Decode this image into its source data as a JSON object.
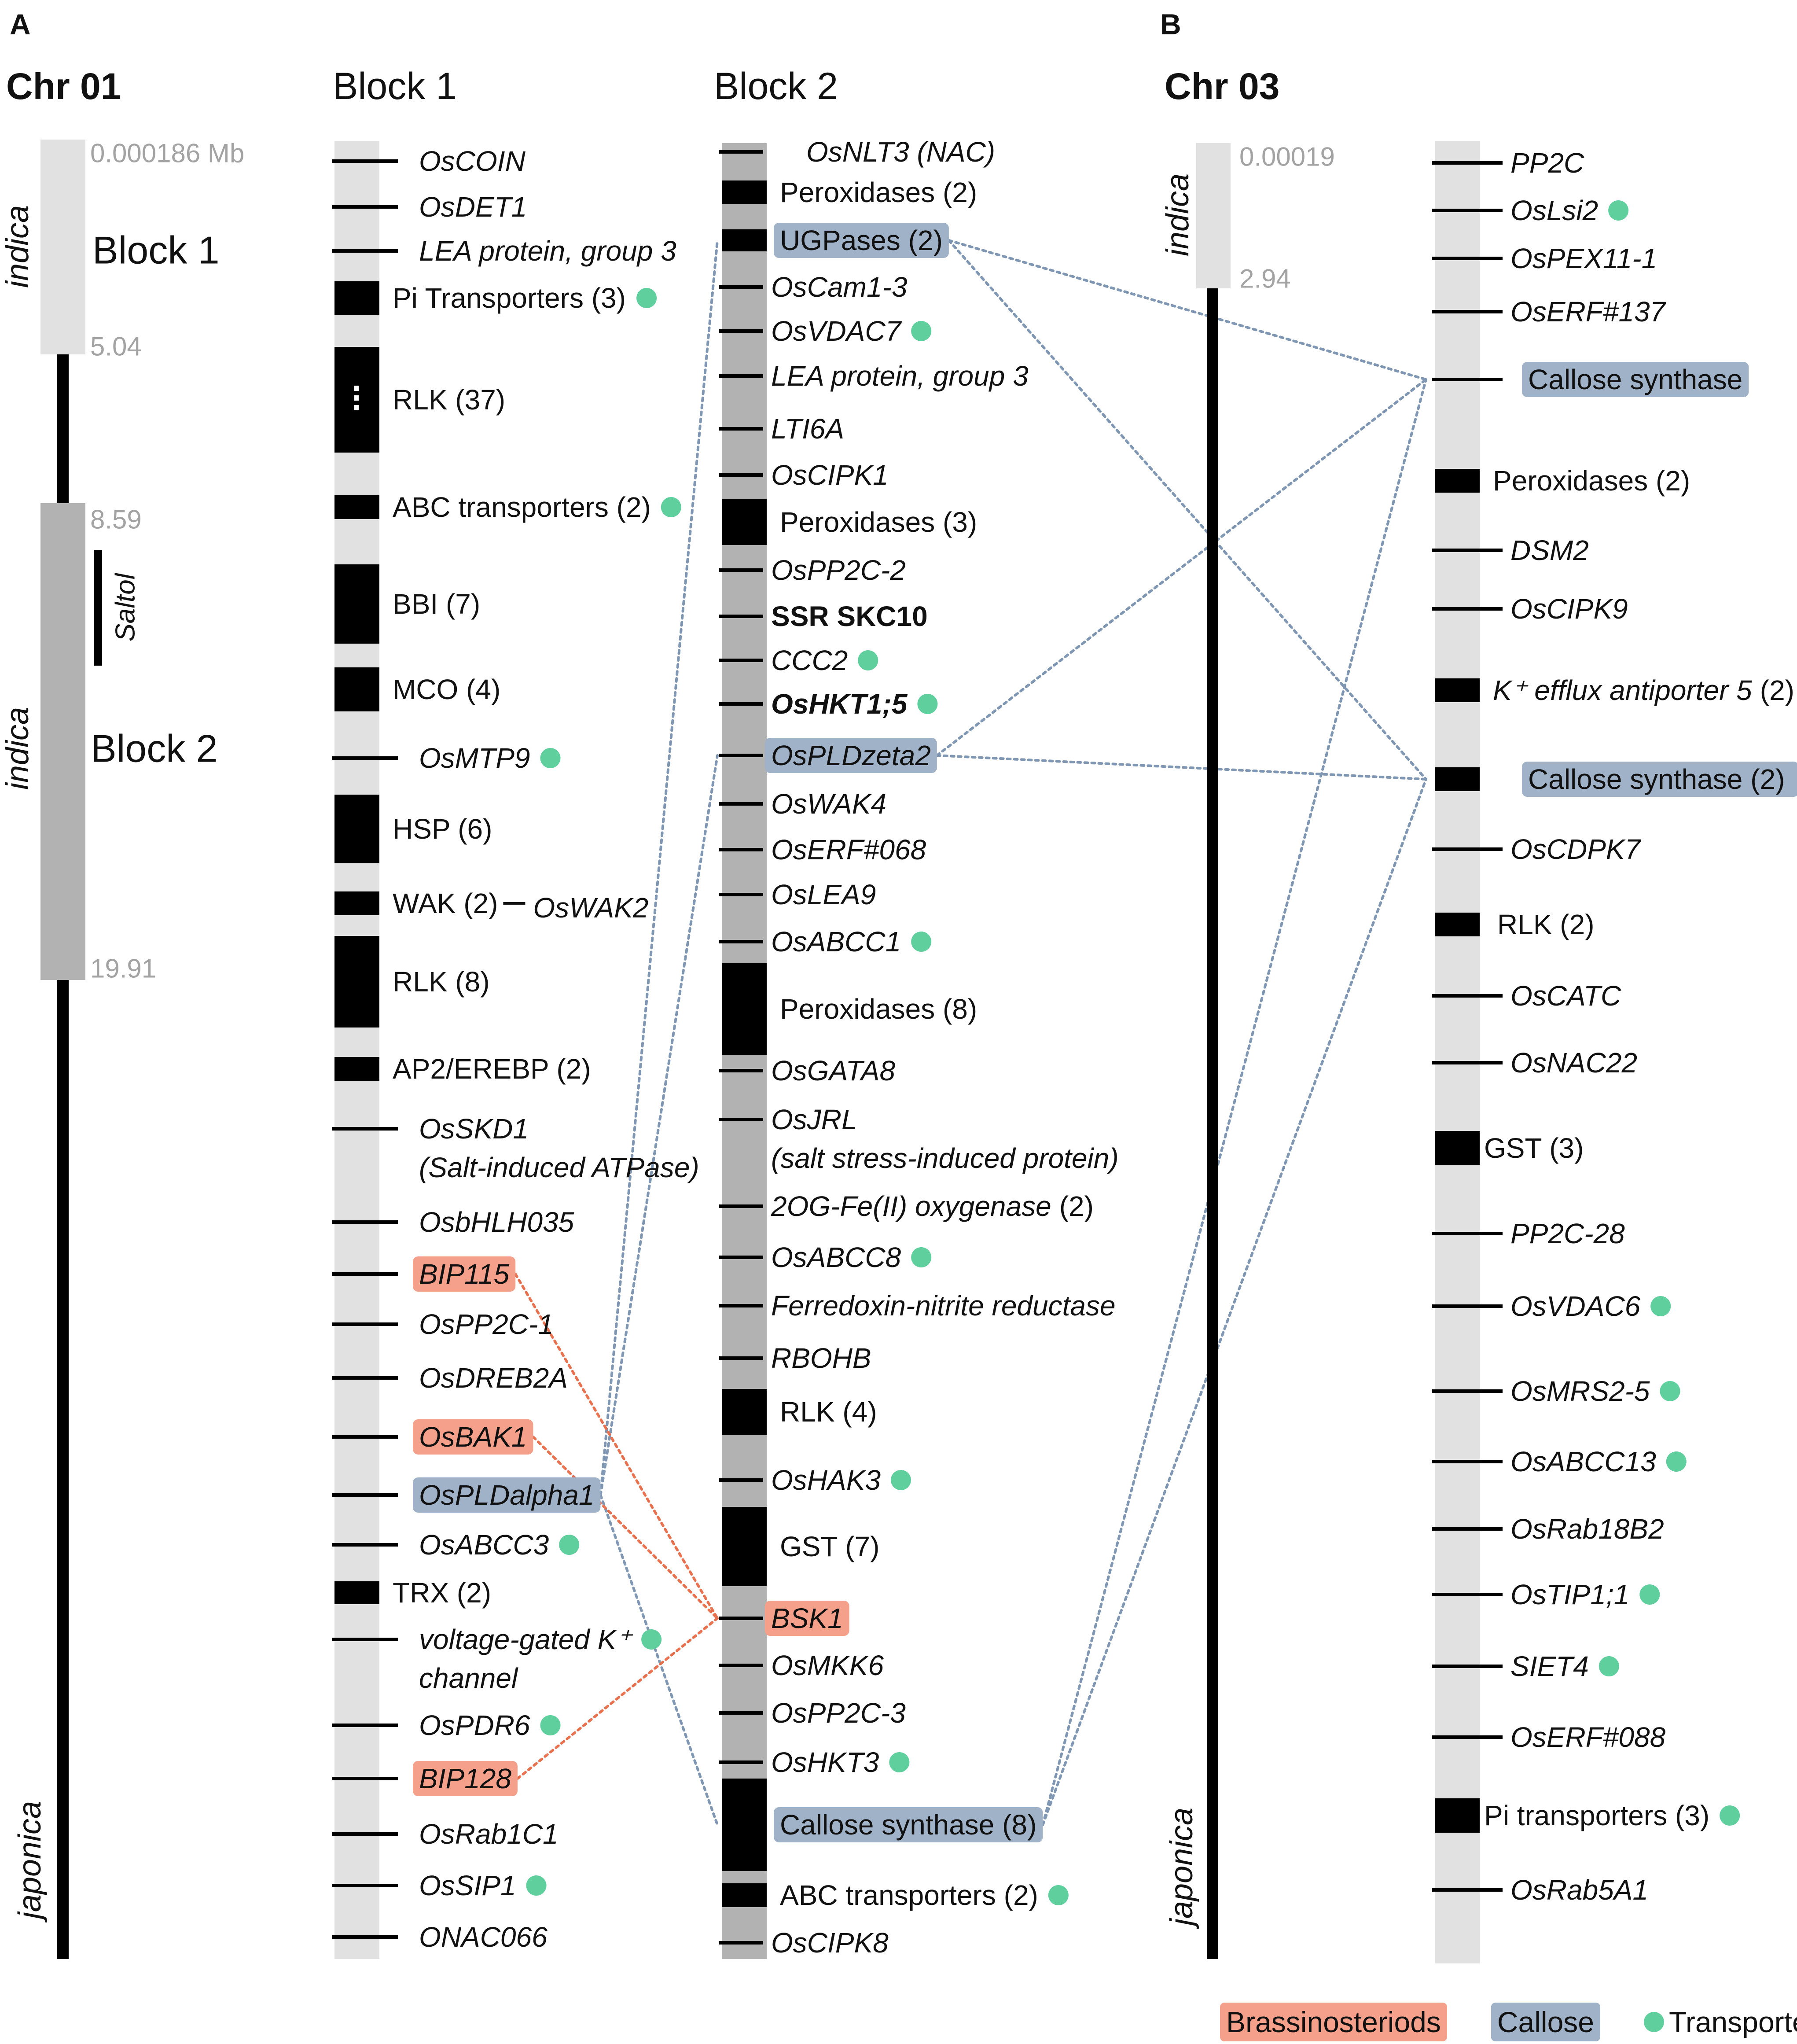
{
  "panels": {
    "a": "A",
    "b": "B"
  },
  "colors": {
    "brassinosteroid": "#f4a08a",
    "callose": "#9fb2c8",
    "transporter": "#5fcf9e",
    "light_gray": "#e1e1e1",
    "mid_gray": "#b2b2b2",
    "black": "#000000",
    "coord_gray": "#a3a3a3",
    "brassinosteroid_line": "#e8724f",
    "callose_line": "#7f97b3"
  },
  "chr01": {
    "title": "Chr 01",
    "regions": [
      {
        "label": "indica",
        "block": "Block 1",
        "top": "0.000186 Mb",
        "bottom": "5.04"
      },
      {
        "label": "indica",
        "block": "Block 2",
        "top": "8.59",
        "bottom": "19.91"
      },
      {
        "label": "japonica"
      }
    ],
    "qtl": "Saltol"
  },
  "block1": {
    "title": "Block 1",
    "genes": [
      {
        "label": "OsCOIN",
        "kind": "gene"
      },
      {
        "label": "OsDET1",
        "kind": "gene"
      },
      {
        "label": "LEA protein, group 3",
        "kind": "gene"
      },
      {
        "label": "Pi Transporters (3)",
        "kind": "family",
        "transporter": true
      },
      {
        "label": "RLK (37)",
        "kind": "family"
      },
      {
        "label": "ABC transporters (2)",
        "kind": "family",
        "transporter": true
      },
      {
        "label": "BBI (7)",
        "kind": "family"
      },
      {
        "label": "MCO (4)",
        "kind": "family"
      },
      {
        "label": "OsMTP9",
        "kind": "gene",
        "transporter": true
      },
      {
        "label": "HSP (6)",
        "kind": "family"
      },
      {
        "label": "WAK (2)",
        "kind": "family",
        "extra": "OsWAK2"
      },
      {
        "label": "RLK (8)",
        "kind": "family"
      },
      {
        "label": "AP2/EREBP (2)",
        "kind": "family"
      },
      {
        "label": "OsSKD1",
        "kind": "gene",
        "sub": "(Salt-induced ATPase)"
      },
      {
        "label": "OsbHLH035",
        "kind": "gene"
      },
      {
        "label": "BIP115",
        "kind": "gene",
        "highlight": "brassinosteroid"
      },
      {
        "label": "OsPP2C-1",
        "kind": "gene"
      },
      {
        "label": "OsDREB2A",
        "kind": "gene"
      },
      {
        "label": "OsBAK1",
        "kind": "gene",
        "highlight": "brassinosteroid"
      },
      {
        "label": "OsPLDalpha1",
        "kind": "gene",
        "highlight": "callose"
      },
      {
        "label": "OsABCC3",
        "kind": "gene",
        "transporter": true
      },
      {
        "label": "TRX (2)",
        "kind": "family"
      },
      {
        "label": "voltage-gated K⁺",
        "kind": "gene",
        "transporter": true,
        "sub": "channel"
      },
      {
        "label": "OsPDR6",
        "kind": "gene",
        "transporter": true
      },
      {
        "label": "BIP128",
        "kind": "gene",
        "highlight": "brassinosteroid"
      },
      {
        "label": "OsRab1C1",
        "kind": "gene"
      },
      {
        "label": "OsSIP1",
        "kind": "gene",
        "transporter": true
      },
      {
        "label": "ONAC066",
        "kind": "gene"
      }
    ]
  },
  "block2": {
    "title": "Block 2",
    "genes": [
      {
        "label": "OsNLT3 (NAC)",
        "kind": "gene"
      },
      {
        "label": "Peroxidases (2)",
        "kind": "family"
      },
      {
        "label": "UGPases (2)",
        "kind": "family",
        "highlight": "callose"
      },
      {
        "label": "OsCam1-3",
        "kind": "gene"
      },
      {
        "label": "OsVDAC7",
        "kind": "gene",
        "transporter": true
      },
      {
        "label": "LEA protein, group 3",
        "kind": "gene"
      },
      {
        "label": "LTI6A",
        "kind": "gene"
      },
      {
        "label": "OsCIPK1",
        "kind": "gene"
      },
      {
        "label": "Peroxidases (3)",
        "kind": "family"
      },
      {
        "label": "OsPP2C-2",
        "kind": "gene"
      },
      {
        "label": "SSR SKC10",
        "kind": "marker"
      },
      {
        "label": "CCC2",
        "kind": "gene",
        "transporter": true
      },
      {
        "label": "OsHKT1;5",
        "kind": "gene",
        "bold": true,
        "transporter": true
      },
      {
        "label": "OsPLDzeta2",
        "kind": "gene",
        "highlight": "callose"
      },
      {
        "label": "OsWAK4",
        "kind": "gene"
      },
      {
        "label": "OsERF#068",
        "kind": "gene"
      },
      {
        "label": "OsLEA9",
        "kind": "gene"
      },
      {
        "label": "OsABCC1",
        "kind": "gene",
        "transporter": true
      },
      {
        "label": "Peroxidases (8)",
        "kind": "family"
      },
      {
        "label": "OsGATA8",
        "kind": "gene"
      },
      {
        "label": "OsJRL",
        "kind": "gene",
        "sub": "(salt stress-induced protein)"
      },
      {
        "label": "2OG-Fe(II) oxygenase",
        "kind": "gene",
        "count": "(2)"
      },
      {
        "label": "OsABCC8",
        "kind": "gene",
        "transporter": true
      },
      {
        "label": "Ferredoxin-nitrite reductase",
        "kind": "gene"
      },
      {
        "label": "RBOHB",
        "kind": "gene"
      },
      {
        "label": "RLK (4)",
        "kind": "family"
      },
      {
        "label": "OsHAK3",
        "kind": "gene",
        "transporter": true
      },
      {
        "label": "GST (7)",
        "kind": "family"
      },
      {
        "label": "BSK1",
        "kind": "gene",
        "highlight": "brassinosteroid"
      },
      {
        "label": "OsMKK6",
        "kind": "gene"
      },
      {
        "label": "OsPP2C-3",
        "kind": "gene"
      },
      {
        "label": "OsHKT3",
        "kind": "gene",
        "transporter": true
      },
      {
        "label": "Callose synthase (8)",
        "kind": "family",
        "highlight": "callose"
      },
      {
        "label": "ABC transporters (2)",
        "kind": "family",
        "transporter": true
      },
      {
        "label": "OsCIPK8",
        "kind": "gene"
      }
    ]
  },
  "chr03": {
    "title": "Chr 03",
    "regions": [
      {
        "label": "indica",
        "top": "0.00019",
        "bottom": "2.94"
      },
      {
        "label": "japonica"
      }
    ]
  },
  "block3": {
    "genes": [
      {
        "label": "PP2C",
        "kind": "gene"
      },
      {
        "label": "OsLsi2",
        "kind": "gene",
        "transporter": true
      },
      {
        "label": "OsPEX11-1",
        "kind": "gene"
      },
      {
        "label": "OsERF#137",
        "kind": "gene"
      },
      {
        "label": "Callose synthase",
        "kind": "gene",
        "highlight": "callose",
        "upright": true
      },
      {
        "label": "Peroxidases (2)",
        "kind": "family"
      },
      {
        "label": "DSM2",
        "kind": "gene"
      },
      {
        "label": "OsCIPK9",
        "kind": "gene"
      },
      {
        "label": "K⁺ efflux antiporter 5",
        "kind": "family",
        "count": "(2)",
        "italic": true,
        "transporter": true
      },
      {
        "label": "Callose  synthase (2)",
        "kind": "family",
        "highlight": "callose"
      },
      {
        "label": "OsCDPK7",
        "kind": "gene"
      },
      {
        "label": "RLK (2)",
        "kind": "family"
      },
      {
        "label": "OsCATC",
        "kind": "gene"
      },
      {
        "label": "OsNAC22",
        "kind": "gene"
      },
      {
        "label": "GST (3)",
        "kind": "family"
      },
      {
        "label": "PP2C-28",
        "kind": "gene"
      },
      {
        "label": "OsVDAC6",
        "kind": "gene",
        "transporter": true
      },
      {
        "label": "OsMRS2-5",
        "kind": "gene",
        "transporter": true
      },
      {
        "label": "OsABCC13",
        "kind": "gene",
        "transporter": true
      },
      {
        "label": "OsRab18B2",
        "kind": "gene"
      },
      {
        "label": "OsTIP1;1",
        "kind": "gene",
        "transporter": true
      },
      {
        "label": "SIET4",
        "kind": "gene",
        "transporter": true
      },
      {
        "label": "OsERF#088",
        "kind": "gene"
      },
      {
        "label": "Pi transporters (3)",
        "kind": "family",
        "transporter": true
      },
      {
        "label": "OsRab5A1",
        "kind": "gene"
      }
    ]
  },
  "links": [
    {
      "from": "OsPLDalpha1",
      "to": "UGPases (2)",
      "type": "callose"
    },
    {
      "from": "OsPLDalpha1",
      "to": "OsPLDzeta2",
      "type": "callose"
    },
    {
      "from": "OsPLDalpha1",
      "to": "Callose synthase (8)",
      "type": "callose"
    },
    {
      "from": "BIP115",
      "to": "BSK1",
      "type": "brassinosteroid"
    },
    {
      "from": "OsBAK1",
      "to": "BSK1",
      "type": "brassinosteroid"
    },
    {
      "from": "BIP128",
      "to": "BSK1",
      "type": "brassinosteroid"
    },
    {
      "from": "UGPases (2)",
      "to": "Callose synthase",
      "type": "callose"
    },
    {
      "from": "UGPases (2)",
      "to": "Callose  synthase (2)",
      "type": "callose"
    },
    {
      "from": "OsPLDzeta2",
      "to": "Callose synthase",
      "type": "callose"
    },
    {
      "from": "OsPLDzeta2",
      "to": "Callose  synthase (2)",
      "type": "callose"
    },
    {
      "from": "Callose synthase (8)",
      "to": "Callose synthase",
      "type": "callose"
    },
    {
      "from": "Callose synthase (8)",
      "to": "Callose  synthase (2)",
      "type": "callose"
    }
  ],
  "legend": [
    {
      "label": "Brassinosteriods",
      "type": "brassinosteroid"
    },
    {
      "label": "Callose",
      "type": "callose"
    },
    {
      "label": "Transporters",
      "type": "transporter"
    }
  ]
}
